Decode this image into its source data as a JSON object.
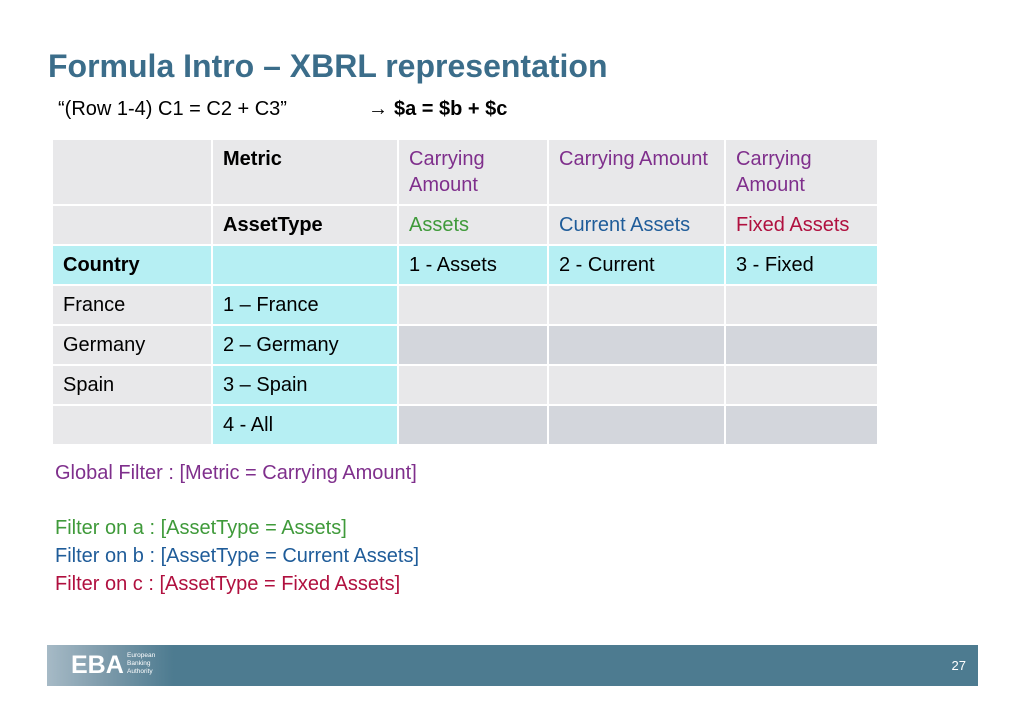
{
  "slide": {
    "title": "Formula Intro – XBRL representation",
    "subtitle_left": "“(Row 1-4) C1 = C2 + C3”",
    "subtitle_arrow": "→",
    "subtitle_formula": "$a = $b + $c"
  },
  "table": {
    "header_row_1": [
      "",
      "Metric",
      "Carrying Amount",
      "Carrying Amount",
      "Carrying Amount"
    ],
    "header_row_2": [
      "",
      "AssetType",
      "Assets",
      "Current Assets",
      "Fixed Assets"
    ],
    "header_row_3": [
      "Country",
      "",
      "1 - Assets",
      "2 - Current",
      "3 - Fixed"
    ],
    "rows": [
      [
        "France",
        "1 – France",
        "",
        "",
        ""
      ],
      [
        "Germany",
        "2 – Germany",
        "",
        "",
        ""
      ],
      [
        "Spain",
        "3 – Spain",
        "",
        "",
        ""
      ],
      [
        "",
        "4 -  All",
        "",
        "",
        ""
      ]
    ]
  },
  "filters": {
    "global": "Global Filter : [Metric = Carrying Amount]",
    "a": "Filter on a : [AssetType = Assets]",
    "b": "Filter on b : [AssetType = Current Assets]",
    "c": "Filter on c : [AssetType = Fixed Assets]"
  },
  "footer": {
    "logo_mark": "EBA",
    "logo_line1": "European",
    "logo_line2": "Banking",
    "logo_line3": "Authority",
    "page_number": "27"
  },
  "colors": {
    "title": "#3b6d8a",
    "purple": "#7f2f8c",
    "green": "#3f9a3a",
    "blue": "#1f5c99",
    "red": "#b0103f",
    "cyan_cell": "#b6eff3",
    "grey_cell": "#e8e8ea",
    "dark_grey_cell": "#d3d6dc",
    "footer_bar": "#4d7b90"
  }
}
